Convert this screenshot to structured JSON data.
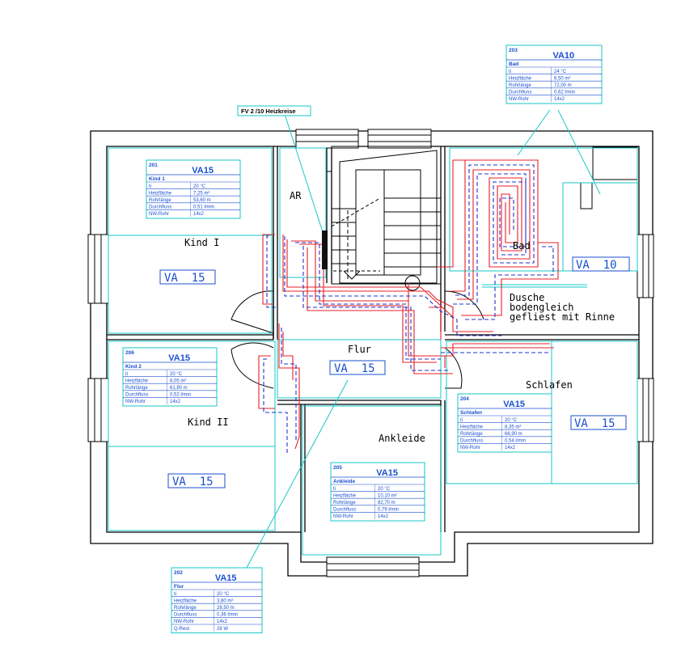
{
  "manifold_label": "FV 2 /10 Heizkreise",
  "rooms": [
    {
      "key": "kind1",
      "label": "Kind I"
    },
    {
      "key": "ar",
      "label": "AR"
    },
    {
      "key": "bad",
      "label": "Bad"
    },
    {
      "key": "dusche",
      "lines": [
        "Dusche",
        "bodengleich",
        "gefliest mit Rinne"
      ]
    },
    {
      "key": "flur",
      "label": "Flur"
    },
    {
      "key": "schlafen",
      "label": "Schlafen"
    },
    {
      "key": "kind2",
      "label": "Kind II"
    },
    {
      "key": "ankleide",
      "label": "Ankleide"
    }
  ],
  "zone_tags": [
    "VA  15",
    "VA  10",
    "VA  15",
    "VA  15",
    "VA  15"
  ],
  "info_boxes": [
    {
      "key": "201",
      "number": "201",
      "code": "VA15",
      "name": "Kind 1",
      "rows": [
        [
          "ti",
          "20 °C"
        ],
        [
          "Heizfläche",
          "7,25 m²"
        ],
        [
          "Rohrlänge",
          "53,60 m"
        ],
        [
          "Durchfluss",
          "0,51 l/min"
        ],
        [
          "NW-Rohr",
          "14x2"
        ]
      ]
    },
    {
      "key": "203",
      "number": "203",
      "code": "VA10",
      "name": "Bad",
      "rows": [
        [
          "ti",
          "24 °C"
        ],
        [
          "Heizfläche",
          "6,50 m²"
        ],
        [
          "Rohrlänge",
          "72,00 m"
        ],
        [
          "Durchfluss",
          "0,62 l/min"
        ],
        [
          "NW-Rohr",
          "14x2"
        ]
      ]
    },
    {
      "key": "206",
      "number": "206",
      "code": "VA15",
      "name": "Kind 2",
      "rows": [
        [
          "ti",
          "20 °C"
        ],
        [
          "Heizfläche",
          "8,05 m²"
        ],
        [
          "Rohrlänge",
          "61,90 m"
        ],
        [
          "Durchfluss",
          "0,52 l/min"
        ],
        [
          "NW-Rohr",
          "14x2"
        ]
      ]
    },
    {
      "key": "204",
      "number": "204",
      "code": "VA15",
      "name": "Schlafen",
      "rows": [
        [
          "ti",
          "20 °C"
        ],
        [
          "Heizfläche",
          "8,35 m²"
        ],
        [
          "Rohrlänge",
          "66,90 m"
        ],
        [
          "Durchfluss",
          "0,54 l/min"
        ],
        [
          "NW-Rohr",
          "14x2"
        ]
      ]
    },
    {
      "key": "205",
      "number": "205",
      "code": "VA15",
      "name": "Ankleide",
      "rows": [
        [
          "ti",
          "20 °C"
        ],
        [
          "Heizfläche",
          "10,10 m²"
        ],
        [
          "Rohrlänge",
          "82,70 m"
        ],
        [
          "Durchfluss",
          "0,79 l/min"
        ],
        [
          "NW-Rohr",
          "14x2"
        ]
      ]
    },
    {
      "key": "202",
      "number": "202",
      "code": "VA15",
      "name": "Flur",
      "rows": [
        [
          "ti",
          "20 °C"
        ],
        [
          "Heizfläche",
          "3,80 m²"
        ],
        [
          "Rohrlänge",
          "28,50 m"
        ],
        [
          "Durchfluss",
          "0,36 l/min"
        ],
        [
          "NW-Rohr",
          "14x2"
        ],
        [
          "Q-Rest",
          "28 W"
        ]
      ]
    }
  ],
  "colors": {
    "wall": "#000000",
    "zone": "#17c7c7",
    "supply": "#e8202a",
    "return": "#2233cc",
    "label_blue": "#1a4fd0"
  }
}
